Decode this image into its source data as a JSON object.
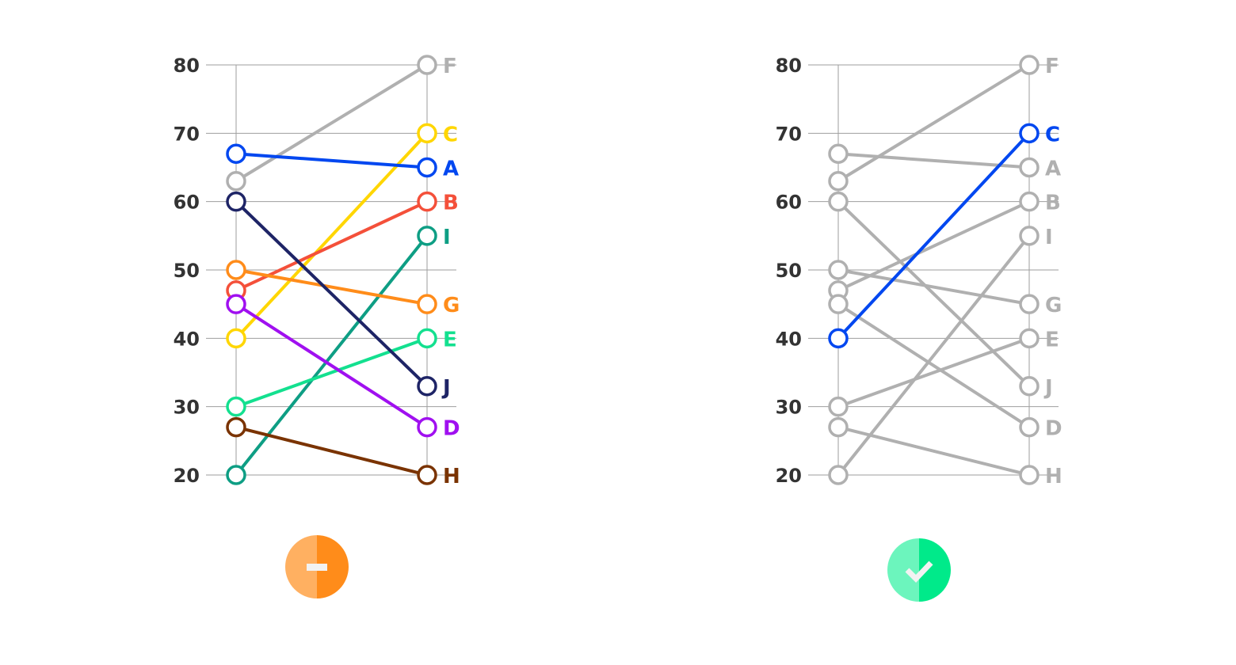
{
  "chart_data": [
    {
      "type": "line",
      "chart_subtype": "slope",
      "highlight": "all",
      "ylim": [
        20,
        80
      ],
      "yticks": [
        20,
        30,
        40,
        50,
        60,
        70,
        80
      ],
      "grid": true,
      "series": [
        {
          "name": "F",
          "values": [
            63,
            80
          ],
          "color": "#b0b0b0"
        },
        {
          "name": "C",
          "values": [
            40,
            70
          ],
          "color": "#ffd600"
        },
        {
          "name": "A",
          "values": [
            67,
            65
          ],
          "color": "#0047f0"
        },
        {
          "name": "B",
          "values": [
            47,
            60
          ],
          "color": "#f4503a"
        },
        {
          "name": "I",
          "values": [
            20,
            55
          ],
          "color": "#0e9e84"
        },
        {
          "name": "G",
          "values": [
            50,
            45
          ],
          "color": "#ff8c1a"
        },
        {
          "name": "E",
          "values": [
            30,
            40
          ],
          "color": "#13e08f"
        },
        {
          "name": "J",
          "values": [
            60,
            33
          ],
          "color": "#1e2466"
        },
        {
          "name": "D",
          "values": [
            45,
            27
          ],
          "color": "#a010f0"
        },
        {
          "name": "H",
          "values": [
            27,
            20
          ],
          "color": "#7a3300"
        }
      ],
      "badge": {
        "kind": "minus-icon",
        "colors": [
          "#ffb061",
          "#ff8c1a"
        ]
      }
    },
    {
      "type": "line",
      "chart_subtype": "slope",
      "highlight": "C",
      "ylim": [
        20,
        80
      ],
      "yticks": [
        20,
        30,
        40,
        50,
        60,
        70,
        80
      ],
      "grid": true,
      "muted_color": "#b0b0b0",
      "highlight_color": "#0047f0",
      "series": [
        {
          "name": "F",
          "values": [
            63,
            80
          ]
        },
        {
          "name": "C",
          "values": [
            40,
            70
          ]
        },
        {
          "name": "A",
          "values": [
            67,
            65
          ]
        },
        {
          "name": "B",
          "values": [
            47,
            60
          ]
        },
        {
          "name": "I",
          "values": [
            20,
            55
          ]
        },
        {
          "name": "G",
          "values": [
            50,
            45
          ]
        },
        {
          "name": "E",
          "values": [
            30,
            40
          ]
        },
        {
          "name": "J",
          "values": [
            60,
            33
          ]
        },
        {
          "name": "D",
          "values": [
            45,
            27
          ]
        },
        {
          "name": "H",
          "values": [
            27,
            20
          ]
        }
      ],
      "badge": {
        "kind": "check-icon",
        "colors": [
          "#6cf5bd",
          "#00ea8a"
        ]
      }
    }
  ]
}
